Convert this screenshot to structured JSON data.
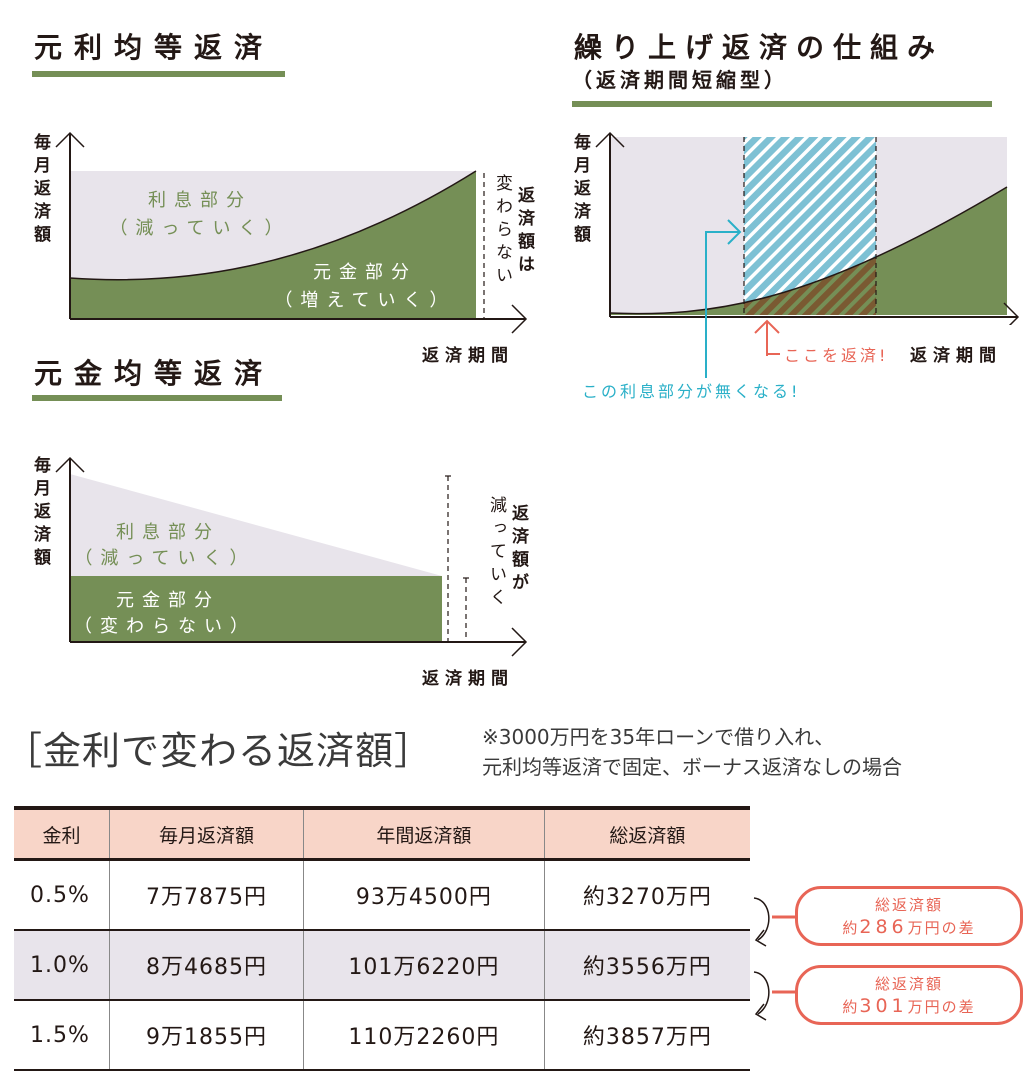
{
  "diagram1": {
    "title": "元利均等返済",
    "y_axis": "毎月返済額",
    "x_axis": "返済期間",
    "interest_label": "利息部分",
    "interest_sub": "（減っていく）",
    "principal_label": "元金部分",
    "principal_sub": "（増えていく）",
    "annotation_main": "返済額は",
    "annotation_sub": "変わらない"
  },
  "diagram2": {
    "title": "元金均等返済",
    "y_axis": "毎月返済額",
    "x_axis": "返済期間",
    "interest_label": "利息部分",
    "interest_sub": "（減っていく）",
    "principal_label": "元金部分",
    "principal_sub": "（変わらない）",
    "annotation_main": "返済額が",
    "annotation_sub": "減っていく"
  },
  "diagram3": {
    "title": "繰り上げ返済の仕組み",
    "subtitle": "（返済期間短縮型）",
    "y_axis": "毎月返済額",
    "x_axis": "返済期間",
    "repay_callout": "ここを返済!",
    "interest_callout": "この利息部分が無くなる!"
  },
  "table_section": {
    "title": "［金利で変わる返済額］",
    "note_line1": "※3000万円を35年ローンで借り入れ、",
    "note_line2": "元利均等返済で固定、ボーナス返済なしの場合",
    "headers": [
      "金利",
      "毎月返済額",
      "年間返済額",
      "総返済額"
    ],
    "rows": [
      [
        "0.5%",
        "7万7875円",
        "93万4500円",
        "約3270万円"
      ],
      [
        "1.0%",
        "8万4685円",
        "101万6220円",
        "約3556万円"
      ],
      [
        "1.5%",
        "9万1855円",
        "110万2260円",
        "約3857万円"
      ]
    ],
    "diffs": [
      {
        "label": "総返済額",
        "prefix": "約",
        "amount": "286",
        "suffix": "万円の差"
      },
      {
        "label": "総返済額",
        "prefix": "約",
        "amount": "301",
        "suffix": "万円の差"
      }
    ]
  },
  "colors": {
    "green": "#758f56",
    "lavender": "#e8e4eb",
    "cyan": "#2ab0c8",
    "coral": "#e86556",
    "header_pink": "#f8d5c8",
    "brown_hatch": "#7a5a32"
  }
}
